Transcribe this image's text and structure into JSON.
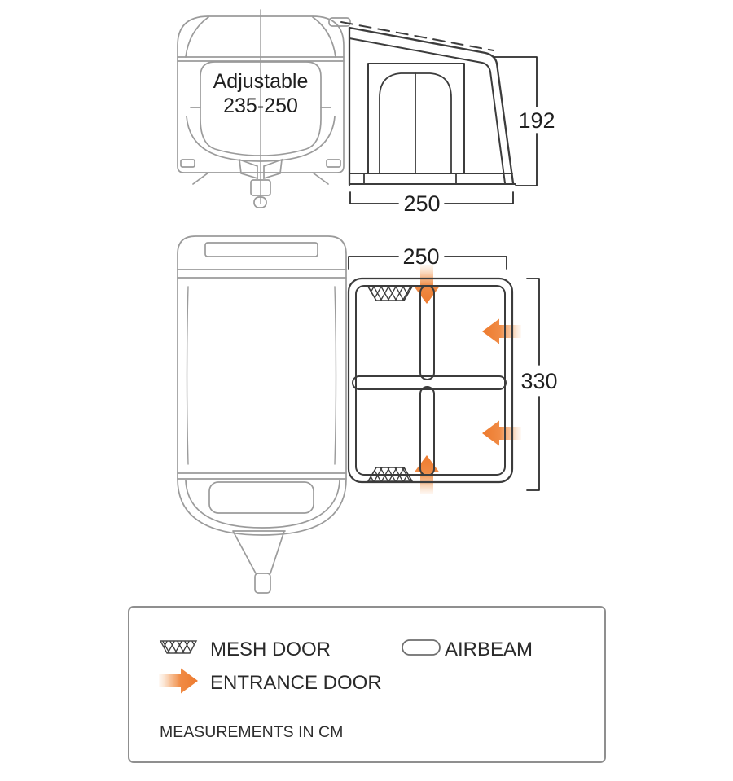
{
  "diagram": {
    "side_view": {
      "caravan_label": {
        "line1": "Adjustable",
        "line2": "235-250"
      },
      "awning_height_cm": "192",
      "awning_depth_cm": "250"
    },
    "plan_view": {
      "awning_width_cm": "250",
      "awning_length_cm": "330"
    },
    "legend": {
      "mesh_door_label": "MESH DOOR",
      "airbeam_label": "AIRBEAM",
      "entrance_door_label": "ENTRANCE DOOR",
      "units_note": "MEASUREMENTS IN CM"
    },
    "colors": {
      "accent_orange": "#ED7A2E",
      "line_dark": "#3c3c3c",
      "line_gray": "#9b9b9b",
      "text": "#1f1f1f"
    }
  }
}
